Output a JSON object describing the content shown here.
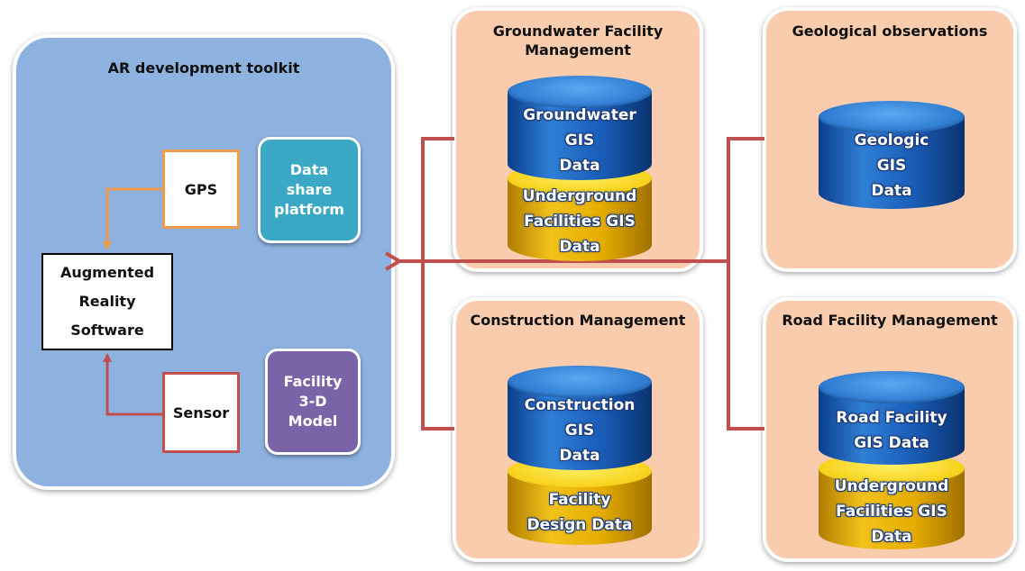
{
  "toolkit": {
    "title": "AR development toolkit",
    "ar_software": [
      "Augmented",
      "Reality",
      "Software"
    ],
    "gps": "GPS",
    "sensor": "Sensor",
    "data_share": [
      "Data",
      "share",
      "platform"
    ],
    "facility_model": [
      "Facility",
      "3-D",
      "Model"
    ]
  },
  "panels": {
    "groundwater": {
      "title": [
        "Groundwater Facility",
        "Management"
      ],
      "db_top": [
        "Groundwater",
        "GIS",
        "Data"
      ],
      "db_bottom": [
        "Underground",
        "Facilities GIS",
        "Data"
      ]
    },
    "geological": {
      "title": [
        "Geological observations"
      ],
      "db_top": [
        "Geologic",
        "GIS",
        "Data"
      ]
    },
    "construction": {
      "title": [
        "Construction Management"
      ],
      "db_top": [
        "Construction",
        "GIS",
        "Data"
      ],
      "db_bottom": [
        "Facility",
        "Design Data"
      ]
    },
    "road": {
      "title": [
        "Road Facility Management"
      ],
      "db_top": [
        "Road Facility",
        "GIS Data"
      ],
      "db_bottom": [
        "Underground",
        "Facilities GIS",
        "Data"
      ]
    }
  },
  "colors": {
    "toolkit_bg": "#8eb2e0",
    "facility_bg": "#f8ccac",
    "data_share": "#3ba9c6",
    "facility_model": "#7b63a8",
    "gps_border": "#ee9a4a",
    "sensor_border": "#c0504d",
    "connector": "#c0504d"
  }
}
